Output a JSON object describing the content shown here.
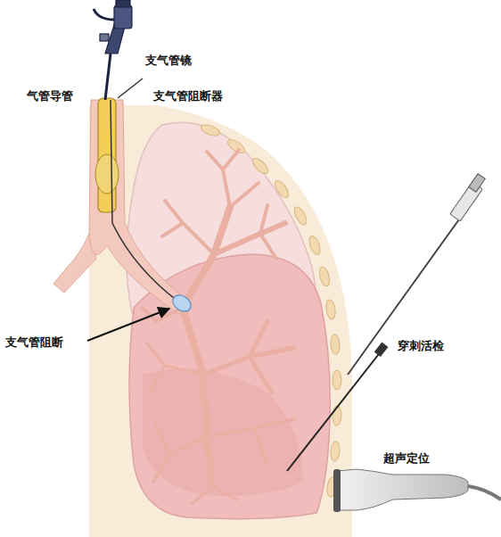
{
  "diagram": {
    "labels": [
      "支气管镜",
      "气管导管",
      "支气管阻断器",
      "支气管阻断",
      "穿刺活检",
      "超声定位"
    ]
  }
}
